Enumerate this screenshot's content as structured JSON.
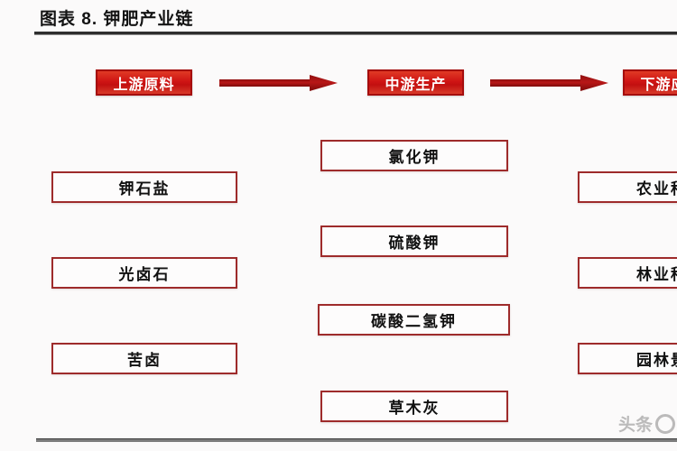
{
  "figure": {
    "title": "图表 8.  钾肥产业链"
  },
  "stages": [
    {
      "label": "上游原料",
      "name": "stage-upstream"
    },
    {
      "label": "中游生产",
      "name": "stage-midstream"
    },
    {
      "label": "下游应用",
      "name": "stage-downstream"
    }
  ],
  "arrows": [
    {
      "icon": "arrow-right-icon"
    },
    {
      "icon": "arrow-right-icon"
    }
  ],
  "columns": {
    "upstream": {
      "items": [
        {
          "label": "钾石盐"
        },
        {
          "label": "光卤石"
        },
        {
          "label": "苦卤"
        }
      ]
    },
    "midstream": {
      "items": [
        {
          "label": "氯化钾"
        },
        {
          "label": "硫酸钾"
        },
        {
          "label": "碳酸二氢钾"
        },
        {
          "label": "草木灰"
        }
      ]
    },
    "downstream": {
      "items": [
        {
          "label": "农业种植"
        },
        {
          "label": "林业种植"
        },
        {
          "label": "园林景观"
        }
      ]
    }
  },
  "watermark": {
    "text": "头条"
  },
  "colors": {
    "stage_fill": "#cf1414",
    "stage_border": "#a50d0d",
    "item_border": "#9e2b2b",
    "arrow": "#a81111",
    "background": "#fbfafa",
    "title_text": "#131313"
  }
}
